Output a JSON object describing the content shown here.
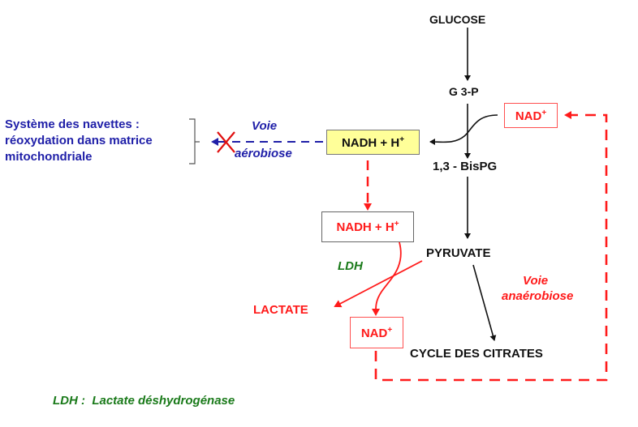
{
  "nodes": {
    "glucose": "GLUCOSE",
    "g3p": "G 3-P",
    "bispg": "1,3 - BisPG",
    "pyruvate": "PYRUVATE",
    "cycle_citrates": "CYCLE DES CITRATES",
    "lactate": "LACTATE",
    "nadh_top": {
      "main": "NADH + H",
      "sup": "+"
    },
    "nadh_mid": {
      "main": "NADH + H",
      "sup": "+"
    },
    "nad_top": {
      "main": "NAD",
      "sup": "+"
    },
    "nad_bottom": {
      "main": "NAD",
      "sup": "+"
    }
  },
  "labels": {
    "navettes": [
      "Système des navettes :",
      "réoxydation dans matrice",
      "mitochondriale"
    ],
    "voie_aerobiose": [
      "Voie",
      "aérobiose"
    ],
    "voie_anaerobiose": [
      "Voie",
      "anaérobiose"
    ],
    "ldh": "LDH",
    "legend": "LDH :  Lactate déshydrogénase"
  },
  "colors": {
    "black": "#111111",
    "red": "#ff1a1a",
    "blue": "#1f1fa8",
    "green": "#1a7a1a",
    "yellow_box": "#ffff99"
  }
}
